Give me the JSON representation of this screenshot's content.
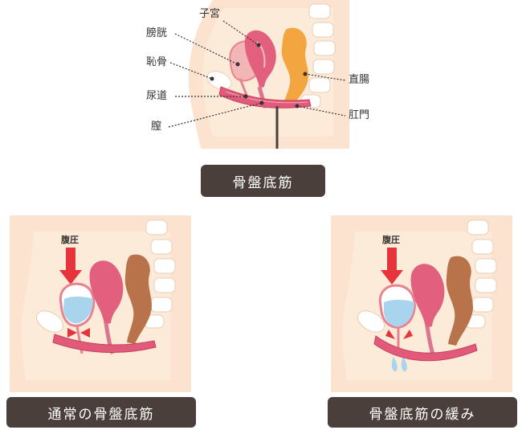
{
  "top": {
    "labels": {
      "uterus": "子宮",
      "bladder": "膀胱",
      "pubic_bone": "恥骨",
      "urethra": "尿道",
      "vagina": "膣",
      "rectum": "直腸",
      "anus": "肛門"
    },
    "caption": "骨盤底筋"
  },
  "bottom_left": {
    "pressure_label": "腹圧",
    "caption": "通常の骨盤底筋"
  },
  "bottom_right": {
    "pressure_label": "腹圧",
    "caption": "骨盤底筋の緩み"
  },
  "colors": {
    "skin": "#fbe3cf",
    "pelvic_muscle": "#e15a7a",
    "uterus": "#e2607e",
    "bladder": "#f3b6b6",
    "rectum_top": "#f3a540",
    "rectum_bottom": "#b8734a",
    "bone": "#ffffff",
    "arrow": "#e6343c",
    "urine": "#a9d4ee",
    "caption_bg": "#4a3f3a"
  }
}
